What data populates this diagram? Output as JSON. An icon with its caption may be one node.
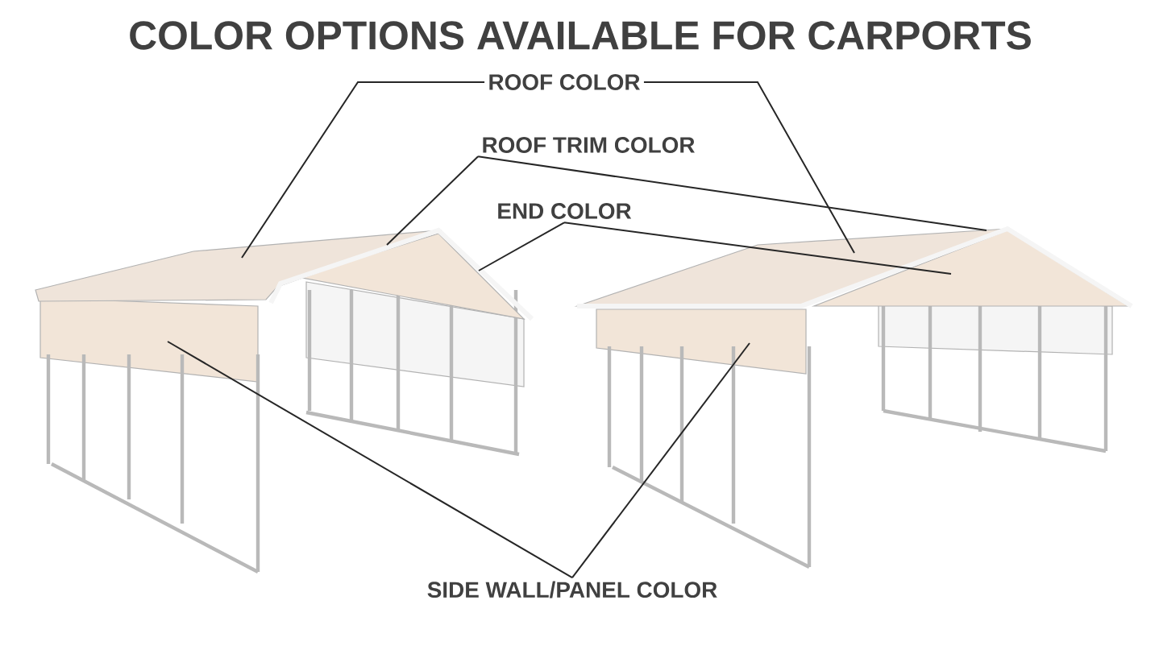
{
  "diagram": {
    "title": "COLOR OPTIONS AVAILABLE FOR CARPORTS",
    "nodes": [
      {
        "text": [
          "ROOF COLOR"
        ]
      },
      {
        "text": [
          "ROOF TRIM COLOR"
        ]
      },
      {
        "text": [
          "END COLOR"
        ]
      },
      {
        "text": [
          "SIDE WALL/PANEL COLOR"
        ]
      }
    ],
    "edges": [
      {
        "from": 0,
        "to": null,
        "arrow": "none"
      },
      {
        "from": 0,
        "to": null,
        "arrow": "none"
      },
      {
        "from": 1,
        "to": null,
        "arrow": "none"
      },
      {
        "from": 1,
        "to": null,
        "arrow": "none"
      },
      {
        "from": 2,
        "to": null,
        "arrow": "none"
      },
      {
        "from": 2,
        "to": null,
        "arrow": "none"
      },
      {
        "from": 3,
        "to": null,
        "arrow": "none"
      },
      {
        "from": 3,
        "to": null,
        "arrow": "none"
      }
    ]
  }
}
